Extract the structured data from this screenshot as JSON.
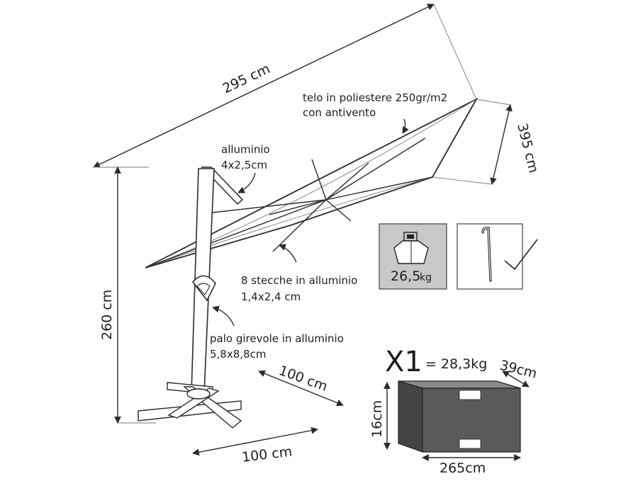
{
  "dimensions": {
    "length": "295 cm",
    "width": "395 cm",
    "height": "260 cm",
    "base_side": "100 cm",
    "base_front": "100 cm"
  },
  "labels": {
    "canopy_line1": "telo in poliestere 250gr/m2",
    "canopy_line2": "con antivento",
    "arm_line1": "alluminio",
    "arm_line2": "4x2,5cm",
    "ribs_line1": "8 stecche in alluminio",
    "ribs_line2": "1,4x2,4 cm",
    "pole_line1": "palo girevole in alluminio",
    "pole_line2": "5,8x8,8cm"
  },
  "accessories": {
    "weight": "26,5",
    "weight_unit": "kg"
  },
  "package": {
    "count": "X1",
    "weight": "= 28,3kg",
    "depth": "39cm",
    "height": "16cm",
    "length": "265cm"
  },
  "colors": {
    "line": "#2a2a2a",
    "box_front": "#5a5a5a",
    "box_top": "#8a8a8a",
    "box_side": "#444444",
    "weight_panel": "#c8c8c8"
  }
}
